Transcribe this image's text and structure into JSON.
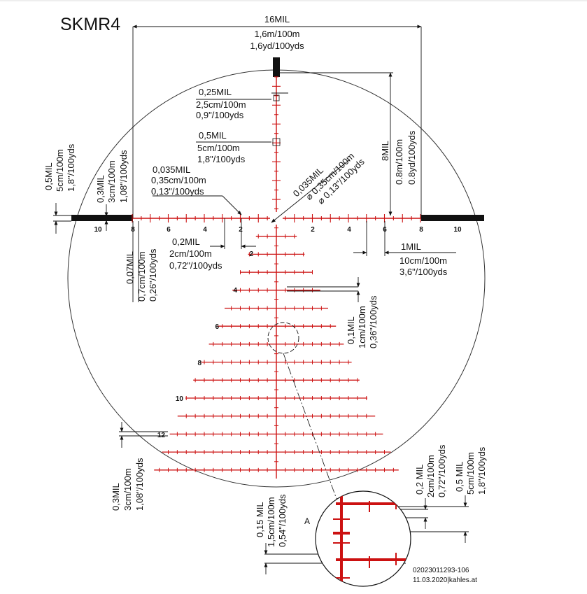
{
  "title": "SKMR4",
  "colors": {
    "reticle": "#cc1111",
    "ink": "#111111",
    "bar": "#111111"
  },
  "top_dim": [
    "16MIL",
    "1,6m/100m",
    "1,6yd/100yds"
  ],
  "label_025": [
    "0,25MIL",
    "2,5cm/100m",
    "0,9\"/100yds"
  ],
  "label_05": [
    "0,5MIL",
    "5cm/100m",
    "1,8\"/100yds"
  ],
  "label_0035_left": [
    "0,035MIL",
    "0,35cm/100m",
    "0,13\"/100yds"
  ],
  "label_0035_diag": [
    "0,035MIL",
    "⌀ 0,35cm/100m",
    "⌀ 0,13\"/100yds"
  ],
  "label_8mil": [
    "8MIL",
    "0.8m/100m",
    "0.8yd/100yds"
  ],
  "left_05": [
    "0,5MIL",
    "5cm/100m",
    "1,8\"/100yds"
  ],
  "left_03": [
    "0,3MIL",
    "3cm/100m",
    "1,08\"/100yds"
  ],
  "label_007": [
    "0,07MIL",
    "0,7cm/100m",
    "0,26\"/100yds"
  ],
  "label_02": [
    "0,2MIL",
    "2cm/100m",
    "0,72\"/100yds"
  ],
  "label_1mil": [
    "1MIL",
    "10cm/100m",
    "3,6\"/100yds"
  ],
  "label_01": [
    "0,1MIL",
    "1cm/100m",
    "0,36\"/100yds"
  ],
  "label_03_bottom": [
    "0,3MIL",
    "3cm/100m",
    "1,08\"/100yds"
  ],
  "label_015": [
    "0,15 MIL",
    "1,5cm/100m",
    "0,54\"/100yds"
  ],
  "label_02_right": [
    "0,2 MIL",
    "2cm/100m",
    "0,72\"/100yds"
  ],
  "label_05_right": [
    "0,5 MIL",
    "5cm/100m",
    "1,8\"/100yds"
  ],
  "detail_marker": "A",
  "hnums_left": [
    "10",
    "8",
    "6",
    "4",
    "2"
  ],
  "hnums_right": [
    "2",
    "4",
    "6",
    "8",
    "10"
  ],
  "vnums": [
    "2",
    "4",
    "6",
    "8",
    "10",
    "12"
  ],
  "drawing_number": "02023011293-106",
  "footer": "11.03.2020|kahles.at"
}
